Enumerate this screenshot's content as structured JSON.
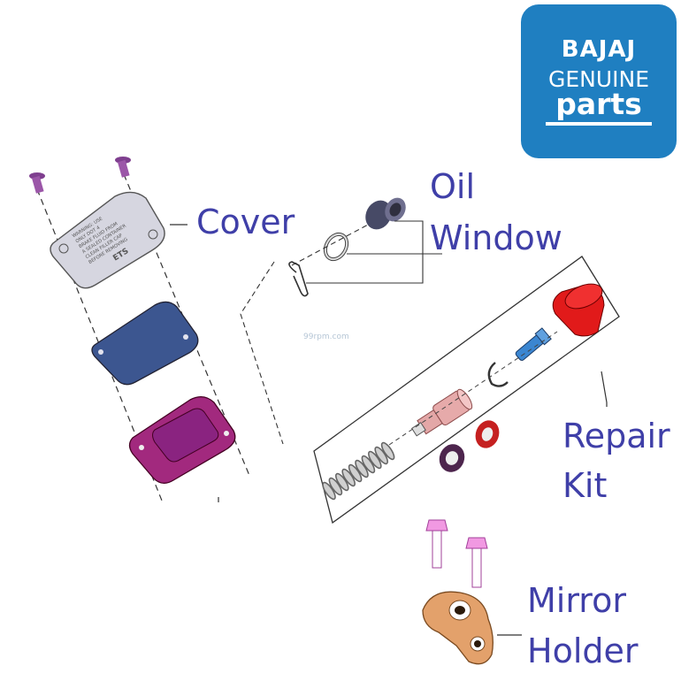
{
  "logo": {
    "brand": "BAJAJ",
    "genuine": "GENUINE",
    "parts": "parts"
  },
  "labels": {
    "cover": "Cover",
    "oil_window_line1": "Oil",
    "oil_window_line2": "Window",
    "repair_kit_line1": "Repair",
    "repair_kit_line2": "Kit",
    "mirror_holder_line1": "Mirror",
    "mirror_holder_line2": "Holder"
  },
  "watermark": "99rpm.com",
  "cover_plate_text": [
    "WARNING: USE",
    "ONLY DOT 4",
    "BRAKE FLUID FROM",
    "A SEALED CONTAINER",
    "CLEAN FILLER CAP",
    "BEFORE REMOVING"
  ],
  "colors": {
    "label": "#3f3fa8",
    "logo_bg": "#1f7fc1",
    "screw": "#9b56a8",
    "gasket": "#3c5690",
    "base": "#a2297e",
    "repair_red": "#e0201f",
    "piston": "#e0a4a4",
    "spring": "#c7c7c7",
    "pin": "#3b86d1",
    "mirror_holder": "#e3a16b",
    "bolt": "#e88ad8"
  }
}
